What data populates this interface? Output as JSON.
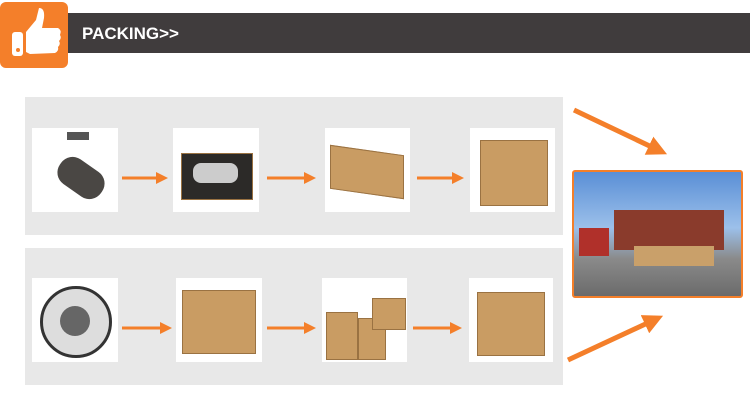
{
  "header": {
    "title": "PACKING>>",
    "accent": "#f47f2a",
    "bar_color": "#403c3d"
  },
  "steps": {
    "row1": [
      "track-light",
      "light-in-open-box",
      "closed-inner-box",
      "outer-carton"
    ],
    "row2": [
      "downlight",
      "printed-box",
      "stacked-boxes",
      "outer-carton"
    ]
  },
  "final": "container-loading-photo"
}
